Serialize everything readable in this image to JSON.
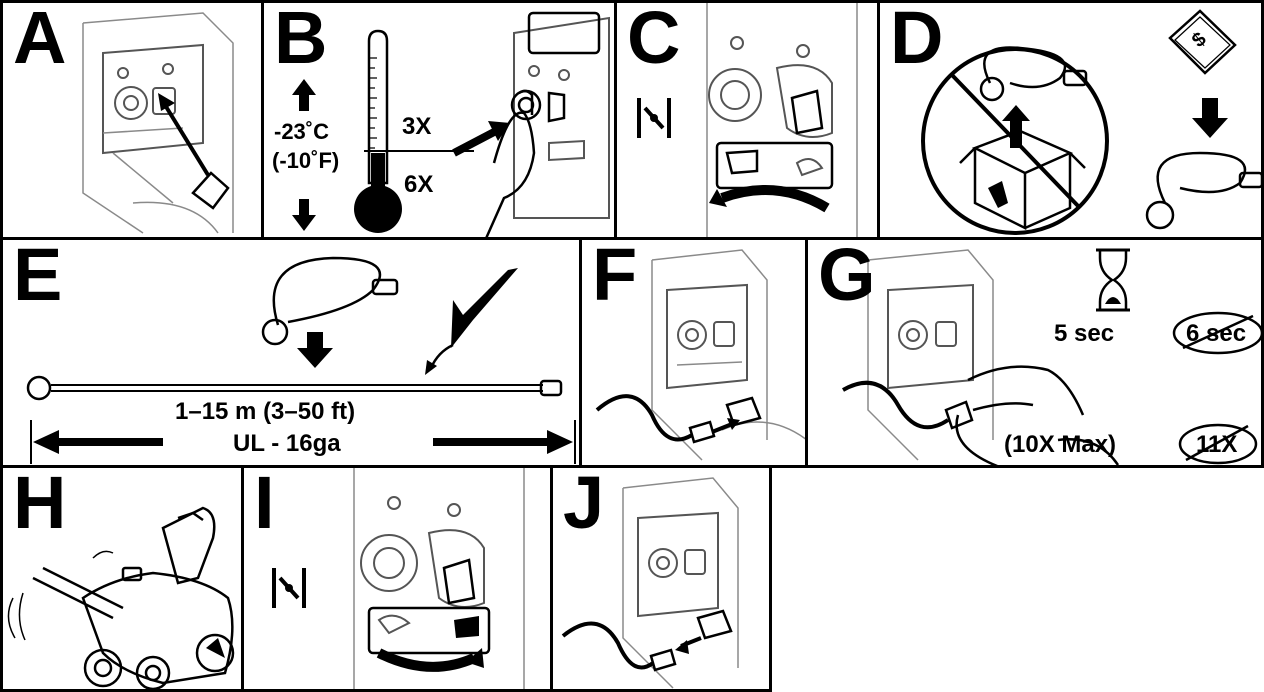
{
  "panels": {
    "a": {
      "letter": "A"
    },
    "b": {
      "letter": "B",
      "temp_c": "-23˚C",
      "temp_f": "(-10˚F)",
      "above": "3X",
      "below": "6X"
    },
    "c": {
      "letter": "C"
    },
    "d": {
      "letter": "D",
      "price_symbol": "$"
    },
    "e": {
      "letter": "E",
      "length": "1–15 m  (3–50 ft)",
      "gauge": "UL - 16ga"
    },
    "f": {
      "letter": "F"
    },
    "g": {
      "letter": "G",
      "ok_time": "5 sec",
      "bad_time": "6 sec",
      "max_count": "(10X Max)",
      "bad_count": "11X"
    },
    "h": {
      "letter": "H"
    },
    "i": {
      "letter": "I"
    },
    "j": {
      "letter": "J"
    }
  }
}
